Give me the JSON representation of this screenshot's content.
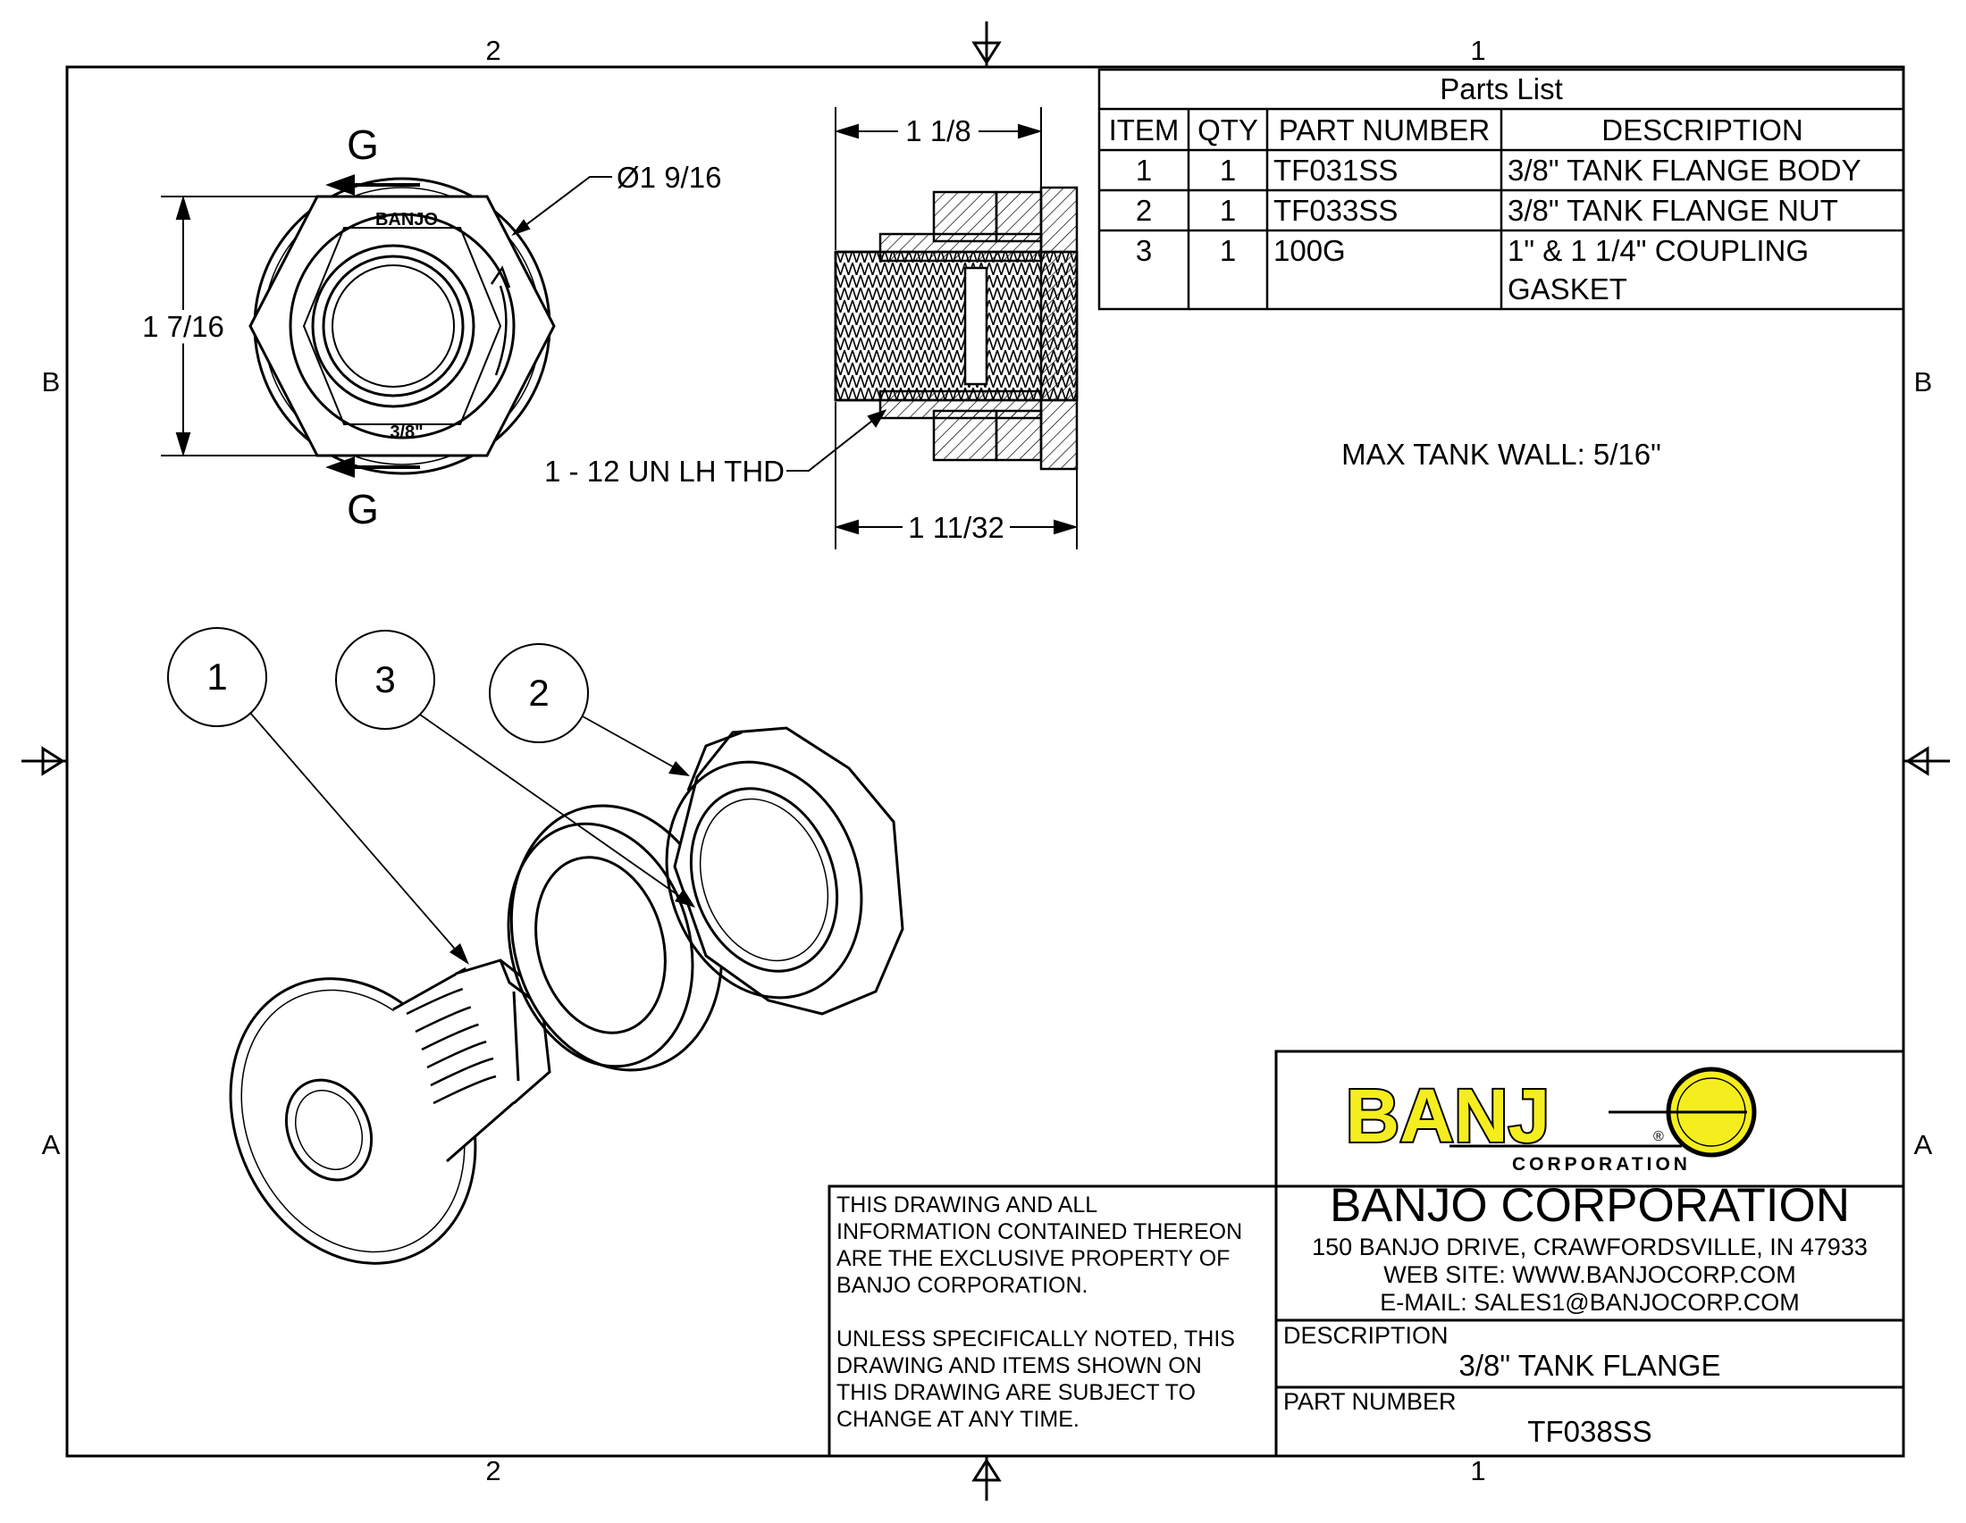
{
  "zones": {
    "top_left": "2",
    "top_right": "1",
    "bottom_left": "2",
    "bottom_right": "1",
    "left_upper": "B",
    "left_lower": "A",
    "right_upper": "B",
    "right_lower": "A"
  },
  "front_view": {
    "section_label_top": "G",
    "section_label_bottom": "G",
    "dia_callout": "Ø1 9/16",
    "height_dim": "1 7/16",
    "emboss_top": "BANJO",
    "emboss_bottom": "3/8\""
  },
  "section_view": {
    "top_dim": "1 1/8",
    "bottom_dim": "1 11/32",
    "thread_callout": "1 - 12 UN LH THD"
  },
  "parts_list": {
    "title": "Parts List",
    "headers": [
      "ITEM",
      "QTY",
      "PART NUMBER",
      "DESCRIPTION"
    ],
    "rows": [
      {
        "item": "1",
        "qty": "1",
        "part": "TF031SS",
        "desc1": "3/8\" TANK FLANGE BODY",
        "desc2": ""
      },
      {
        "item": "2",
        "qty": "1",
        "part": "TF033SS",
        "desc1": "3/8\" TANK FLANGE NUT",
        "desc2": ""
      },
      {
        "item": "3",
        "qty": "1",
        "part": "100G",
        "desc1": "1\" & 1 1/4\" COUPLING",
        "desc2": "GASKET"
      }
    ]
  },
  "max_tank_wall": "MAX TANK WALL: 5/16\"",
  "balloons": [
    "1",
    "3",
    "2"
  ],
  "title_block": {
    "logo_text": "BANJ",
    "logo_sub": "CORPORATION",
    "logo_reg": "®",
    "company": "BANJO CORPORATION",
    "address": "150 BANJO DRIVE, CRAWFORDSVILLE, IN 47933",
    "website": "WEB SITE: WWW.BANJOCORP.COM",
    "email": "E-MAIL: SALES1@BANJOCORP.COM",
    "desc_label": "DESCRIPTION",
    "desc_value": "3/8\" TANK FLANGE",
    "pn_label": "PART NUMBER",
    "pn_value": "TF038SS",
    "notice_lines": [
      "THIS DRAWING AND ALL",
      "INFORMATION CONTAINED THEREON",
      "ARE THE EXCLUSIVE PROPERTY OF",
      "BANJO CORPORATION.",
      "",
      "UNLESS SPECIFICALLY NOTED, THIS",
      "DRAWING AND ITEMS SHOWN ON",
      "THIS DRAWING ARE SUBJECT TO",
      "CHANGE AT ANY TIME."
    ]
  },
  "colors": {
    "logo_yellow": "#f5ee1e",
    "line": "#000000"
  }
}
